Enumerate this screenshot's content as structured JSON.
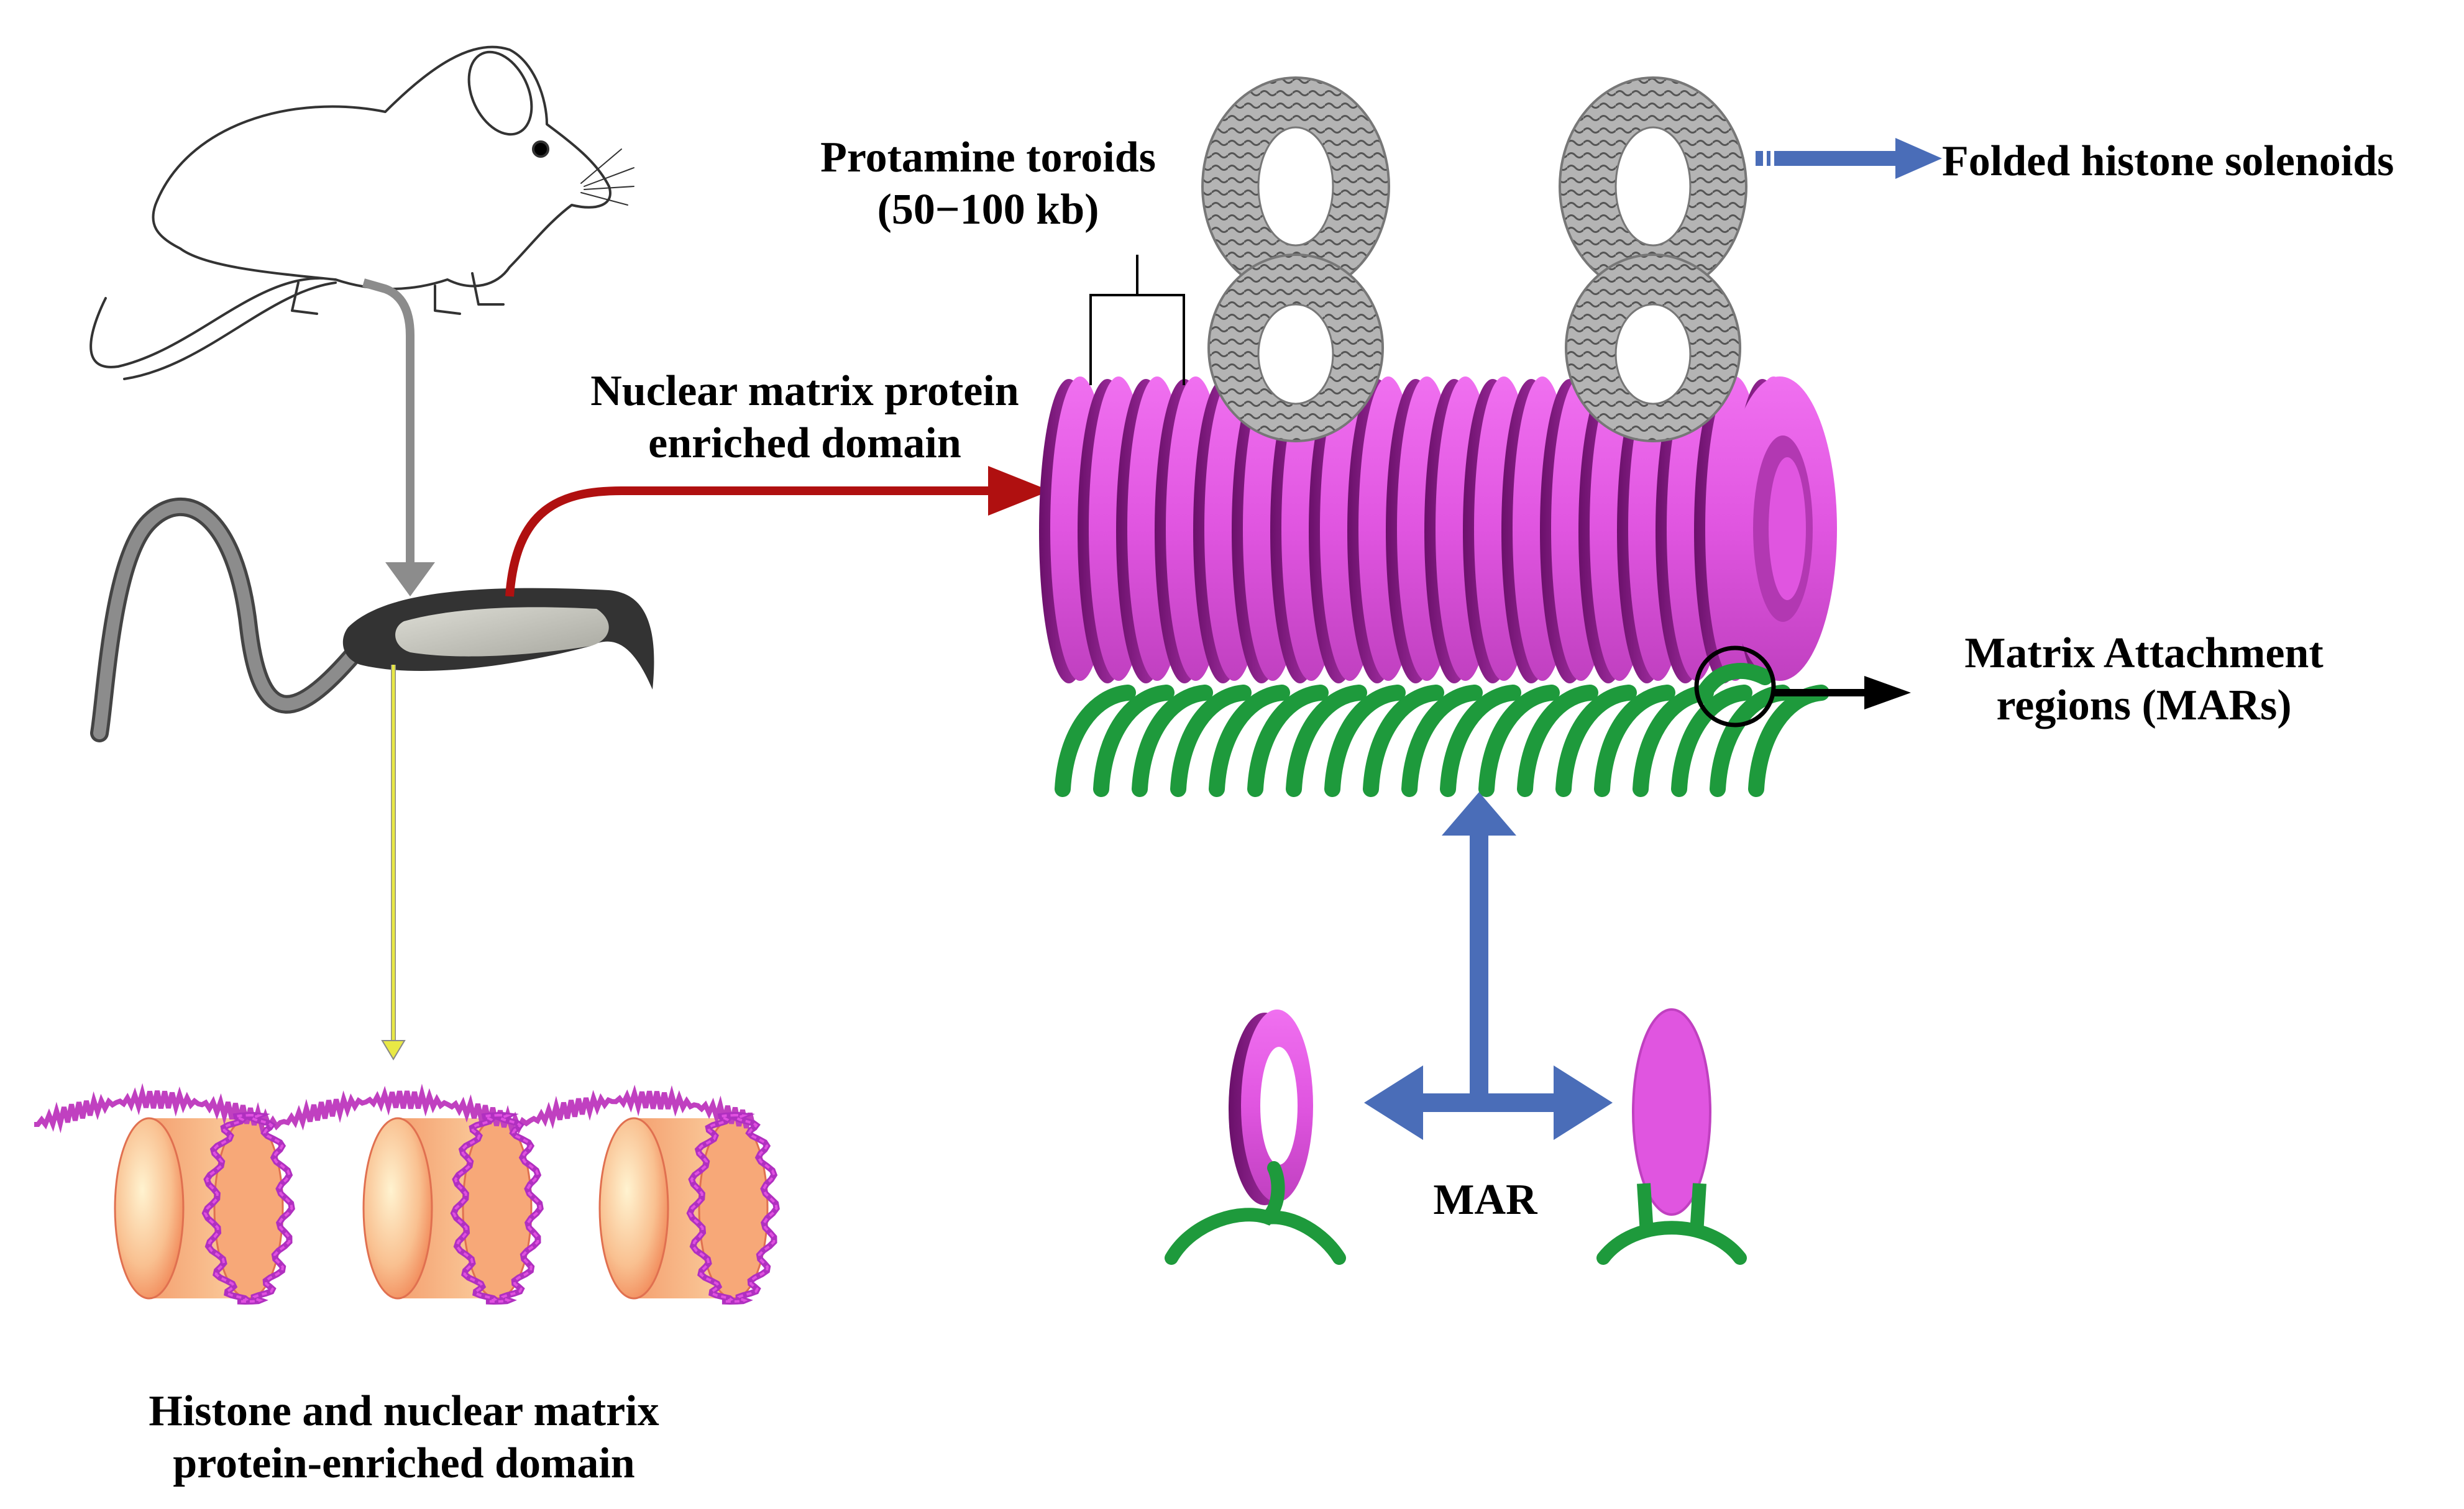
{
  "labels": {
    "protamine_line1": "Protamine toroids",
    "protamine_line2": "(50−100 kb)",
    "folded_histone": "Folded histone solenoids",
    "nuclear_line1": "Nuclear matrix protein",
    "nuclear_line2": "enriched domain",
    "mar_regions_line1": "Matrix Attachment",
    "mar_regions_line2": "regions (MARs)",
    "mar": "MAR",
    "histone_line1": "Histone and nuclear matrix",
    "histone_line2": "protein-enriched domain"
  },
  "colors": {
    "toroid_magenta": "#e055e0",
    "toroid_dark": "#8a1f8a",
    "mar_green": "#1e9a3c",
    "arrow_red": "#b01010",
    "arrow_blue": "#4a6db8",
    "arrow_grey": "#8c8c8c",
    "arrow_yellow": "#e8e845",
    "solenoid_grey": "#a9a9a9",
    "nucleosome_orange": "#f6a070",
    "dna_magenta": "#c040c0"
  },
  "icons": [
    "mouse-icon",
    "sperm-icon",
    "nucleosome-icon",
    "toroid-icon",
    "solenoid-icon"
  ]
}
